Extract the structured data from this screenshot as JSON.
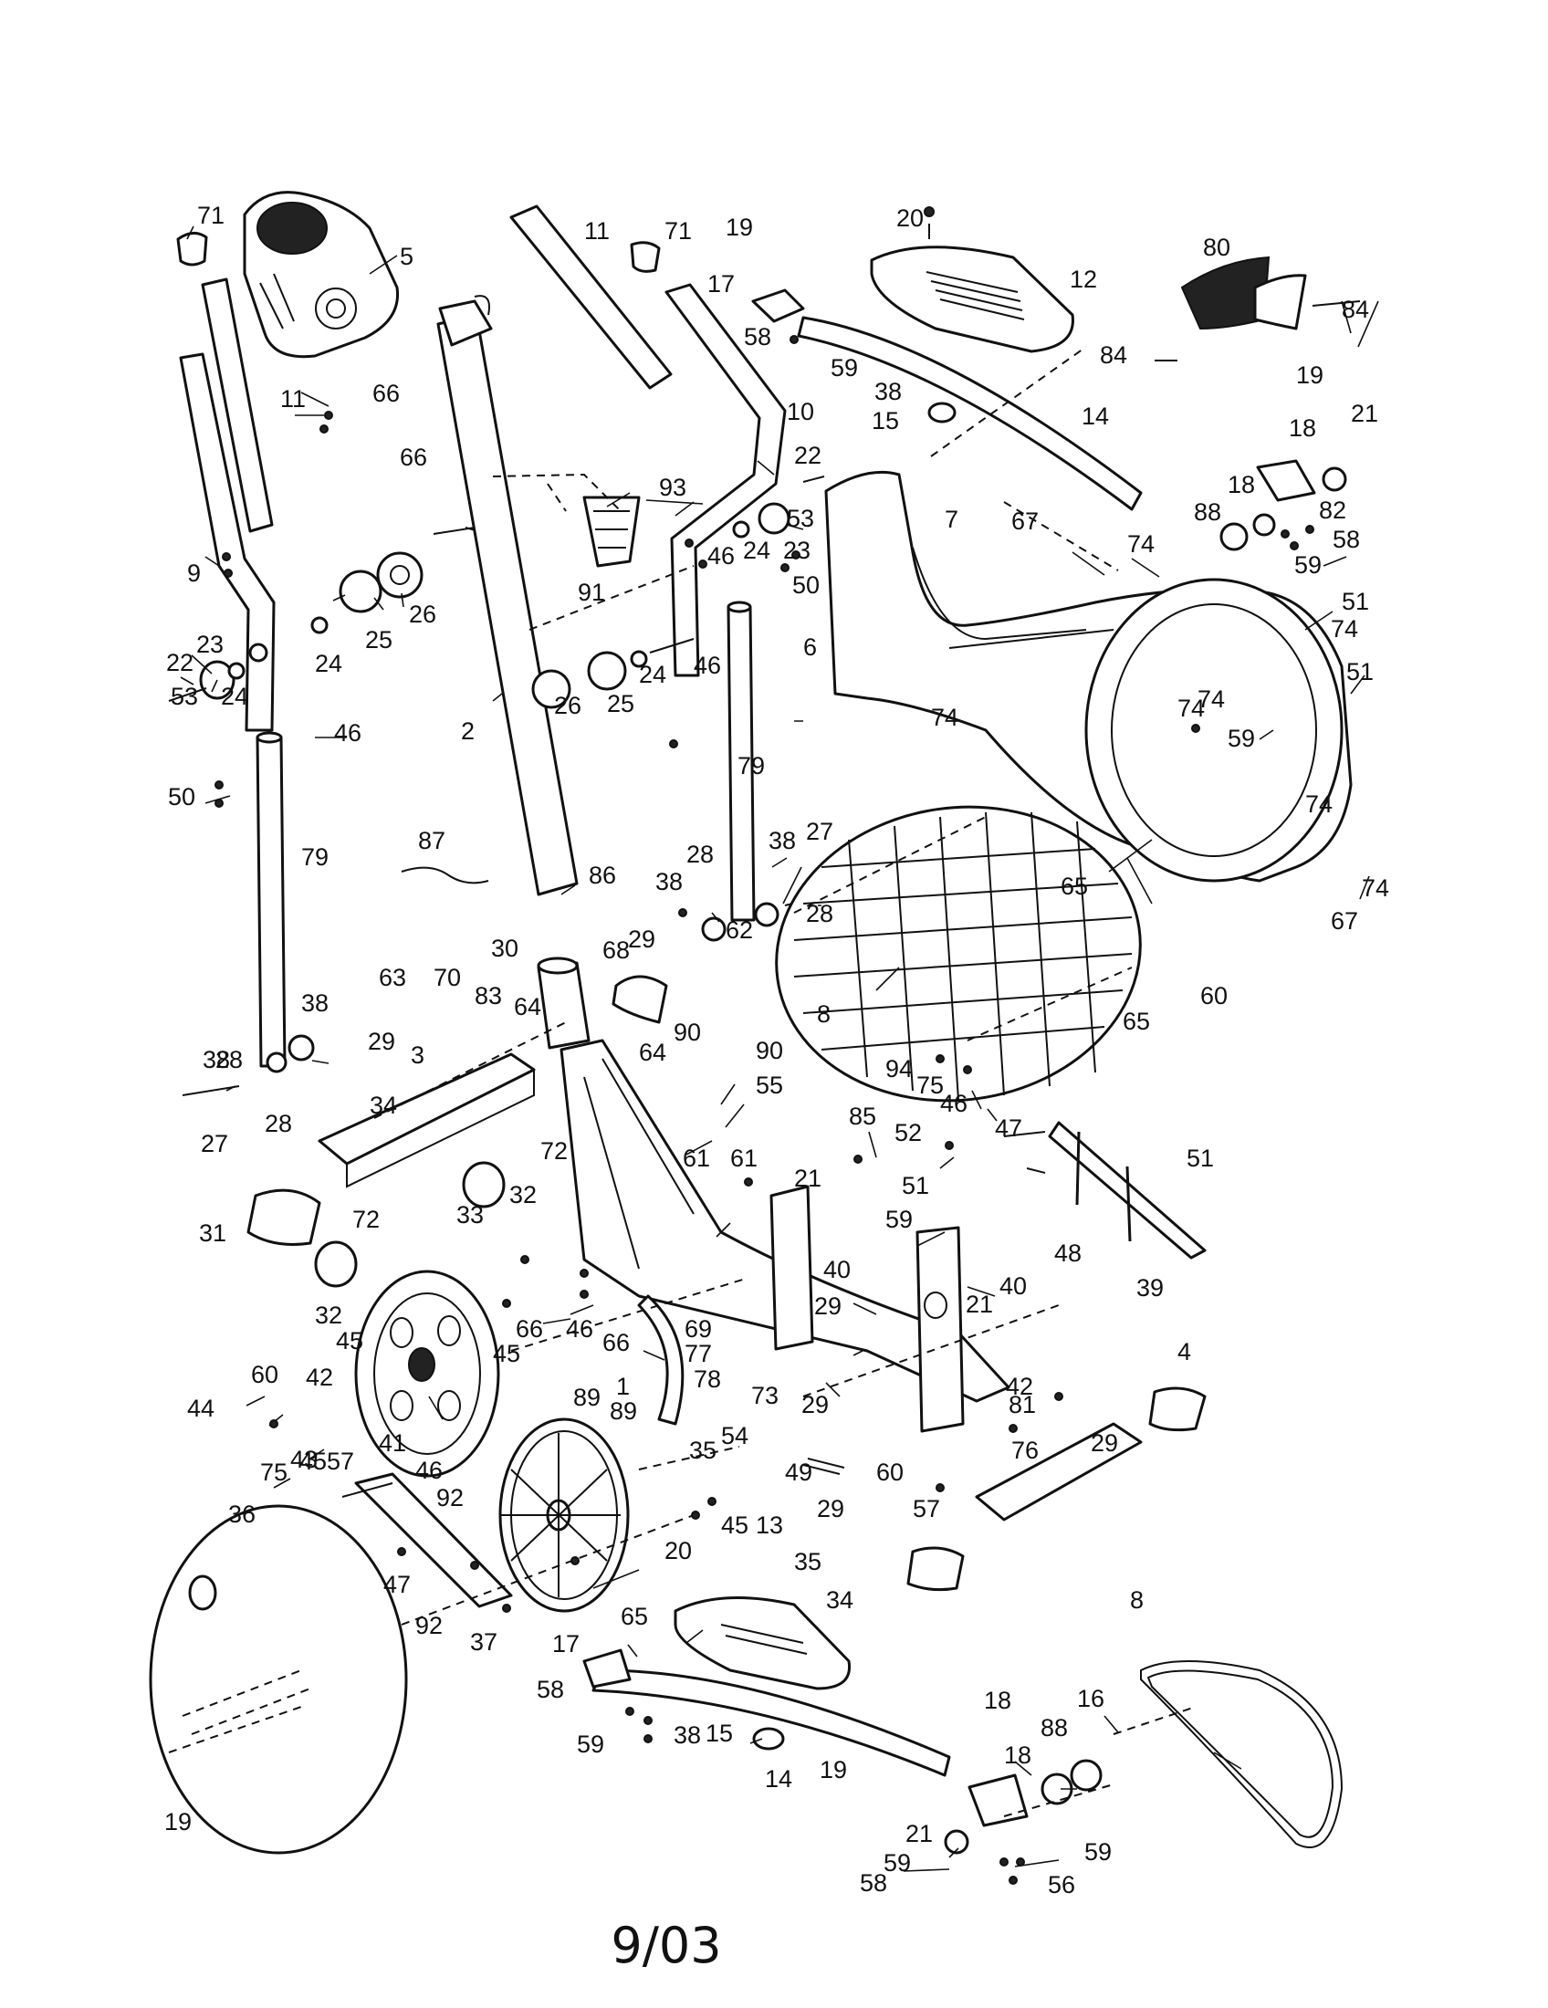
{
  "callouts": [
    "71",
    "5",
    "66",
    "66",
    "11",
    "9",
    "23",
    "22",
    "53",
    "24",
    "24",
    "25",
    "26",
    "46",
    "50",
    "79",
    "38",
    "29",
    "28",
    "38",
    "27",
    "28",
    "2",
    "87",
    "86",
    "30",
    "68",
    "63",
    "70",
    "83",
    "64",
    "64",
    "3",
    "34",
    "31",
    "72",
    "72",
    "33",
    "32",
    "32",
    "11",
    "71",
    "19",
    "17",
    "58",
    "59",
    "10",
    "93",
    "91",
    "22",
    "53",
    "24",
    "23",
    "46",
    "50",
    "46",
    "24",
    "25",
    "26",
    "79",
    "38",
    "27",
    "28",
    "38",
    "28",
    "29",
    "62",
    "90",
    "90",
    "55",
    "61",
    "61",
    "85",
    "20",
    "12",
    "38",
    "15",
    "14",
    "7",
    "67",
    "6",
    "74",
    "74",
    "74",
    "74",
    "80",
    "84",
    "84",
    "19",
    "18",
    "21",
    "18",
    "82",
    "88",
    "58",
    "59",
    "51",
    "74",
    "51",
    "59",
    "65",
    "65",
    "8",
    "74",
    "67",
    "74",
    "60",
    "94",
    "75",
    "46",
    "47",
    "51",
    "52",
    "51",
    "59",
    "21",
    "48",
    "39",
    "40",
    "40",
    "21",
    "29",
    "42",
    "45",
    "66",
    "46",
    "66",
    "69",
    "77",
    "78",
    "73",
    "54",
    "1",
    "29",
    "81",
    "60",
    "44",
    "42",
    "45",
    "43",
    "41",
    "46",
    "75",
    "45",
    "57",
    "89",
    "89",
    "35",
    "4",
    "29",
    "76",
    "49",
    "60",
    "29",
    "57",
    "45",
    "20",
    "13",
    "35",
    "34",
    "8",
    "36",
    "92",
    "47",
    "92",
    "37",
    "65",
    "19",
    "17",
    "58",
    "59",
    "38",
    "15",
    "14",
    "19",
    "18",
    "88",
    "16",
    "18",
    "21",
    "59",
    "58",
    "59",
    "56"
  ],
  "revision_label": "9/03"
}
